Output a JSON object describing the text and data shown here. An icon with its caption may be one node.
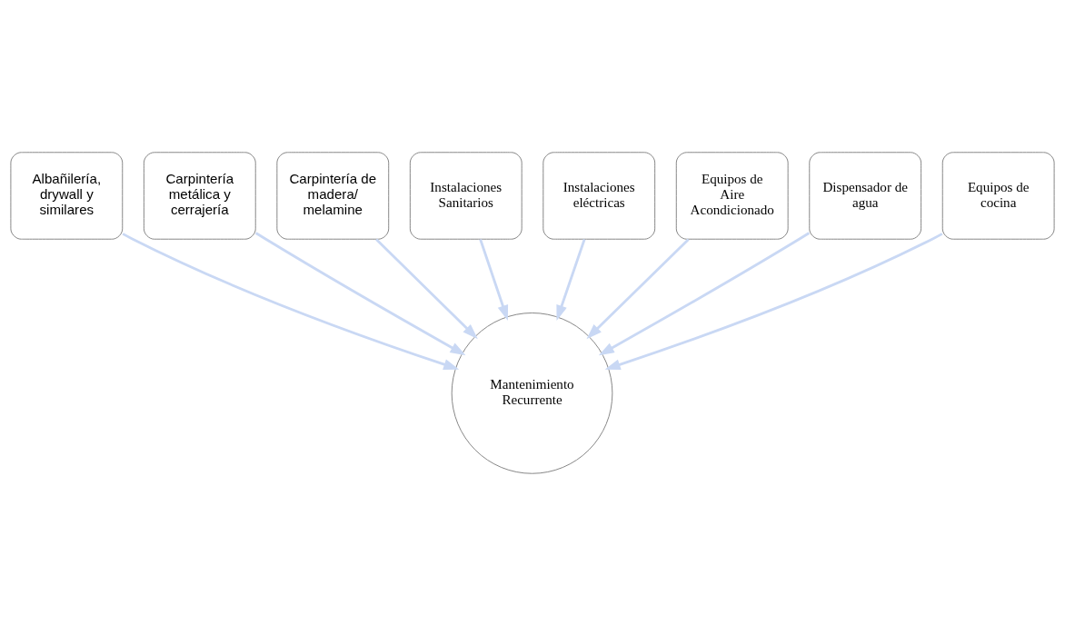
{
  "diagram": {
    "nodes": [
      {
        "text": [
          "Albañilería, drywall y similares"
        ]
      },
      {
        "text": [
          "Carpintería metálica y cerrajería"
        ]
      },
      {
        "text": [
          "Carpintería de madera/ melamine"
        ]
      },
      {
        "text": [
          "Instalaciones Sanitarios"
        ]
      },
      {
        "text": [
          "Instalaciones eléctricas"
        ]
      },
      {
        "text": [
          "Equipos de Aire Acondicionado"
        ]
      },
      {
        "text": [
          "Dispensador de agua"
        ]
      },
      {
        "text": [
          "Equipos de cocina"
        ]
      },
      {
        "text": [
          "Mantenimiento Recurrente"
        ]
      }
    ],
    "edges": [
      {
        "from": 0,
        "to": 8,
        "arrow": "to"
      },
      {
        "from": 1,
        "to": 8,
        "arrow": "to"
      },
      {
        "from": 2,
        "to": 8,
        "arrow": "to"
      },
      {
        "from": 3,
        "to": 8,
        "arrow": "to"
      },
      {
        "from": 4,
        "to": 8,
        "arrow": "to"
      },
      {
        "from": 5,
        "to": 8,
        "arrow": "to"
      },
      {
        "from": 6,
        "to": 8,
        "arrow": "to"
      },
      {
        "from": 7,
        "to": 8,
        "arrow": "to"
      }
    ]
  }
}
